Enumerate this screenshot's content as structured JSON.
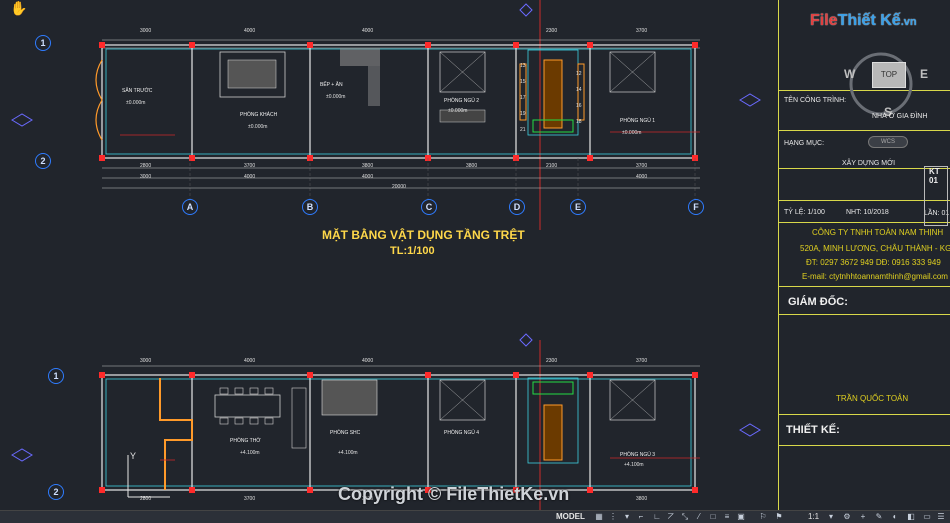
{
  "logo": {
    "text_main": "File",
    "text_accent": "Thiết Kế",
    "text_tail": ".vn"
  },
  "viewcube": {
    "w": "W",
    "e": "E",
    "s": "S",
    "top": "TOP",
    "wcs": "WCS"
  },
  "title_block": {
    "project_label": "TÊN CÔNG TRÌNH:",
    "project_value": "NHÀ Ở GIA ĐÌNH",
    "item_label": "HẠNG MỤC:",
    "item_value": "XÂY DỰNG MỚI",
    "scale_label": "TỶ LỆ: 1/100",
    "date_label": "NHT: 10/2018",
    "sheet_label": "LẦN: 01",
    "sheet_code": "KT 01",
    "company_name": "CÔNG TY TNHH TOÀN NAM THỊNH",
    "company_address": "520A, MINH LƯƠNG, CHÂU THÀNH - KG",
    "company_phone": "ĐT: 0297 3672 949 DĐ: 0916 333 949",
    "company_email": "E-mail: ctytnhhtoannamthinh@gmail.com",
    "director_label": "GIÁM ĐỐC:",
    "director_name": "TRẦN QUỐC TOẢN",
    "designer_label": "THIẾT KẾ:"
  },
  "plan1": {
    "title": "MẶT BẰNG VẬT DỤNG TẦNG TRỆT",
    "scale": "TL:1/100",
    "rooms": [
      "SÂN TRƯỚC",
      "PHÒNG KHÁCH",
      "BẾP + ĂN",
      "PHÒNG NGỦ 2",
      "PHÒNG NGỦ 1"
    ],
    "levels": [
      "±0.000m",
      "±0.000m",
      "±0.000m",
      "±0.000m",
      "±0.000m"
    ],
    "dims_top": [
      "3000",
      "4000",
      "4000",
      "2300",
      "3700"
    ],
    "dims_bottom1": [
      "2800",
      "3700",
      "3800",
      "3800",
      "2100",
      "3700"
    ],
    "dims_bottom2": [
      "3000",
      "4000",
      "4000",
      "4000"
    ],
    "total": "20000",
    "stair_steps": [
      "13",
      "15",
      "17",
      "19",
      "12",
      "14",
      "16",
      "18",
      "21"
    ]
  },
  "plan2": {
    "rooms": [
      "PHÒNG THỜ",
      "PHÒNG SHC",
      "PHÒNG NGỦ 4",
      "PHÒNG NGỦ 3"
    ],
    "levels": [
      "+4.100m",
      "+4.100m",
      "+4.100m"
    ],
    "dims_top": [
      "3000",
      "4000",
      "4000",
      "2300",
      "3700"
    ],
    "dims_bottom1": [
      "2800",
      "3700",
      "3800",
      "3800"
    ]
  },
  "grid_axes": {
    "cols": [
      "A",
      "B",
      "C",
      "D",
      "E",
      "F"
    ],
    "rows": [
      "1",
      "2"
    ]
  },
  "watermark": "Copyright © FileThietKe.vn",
  "statusbar": {
    "model": "MODEL",
    "scale": "1:1"
  }
}
